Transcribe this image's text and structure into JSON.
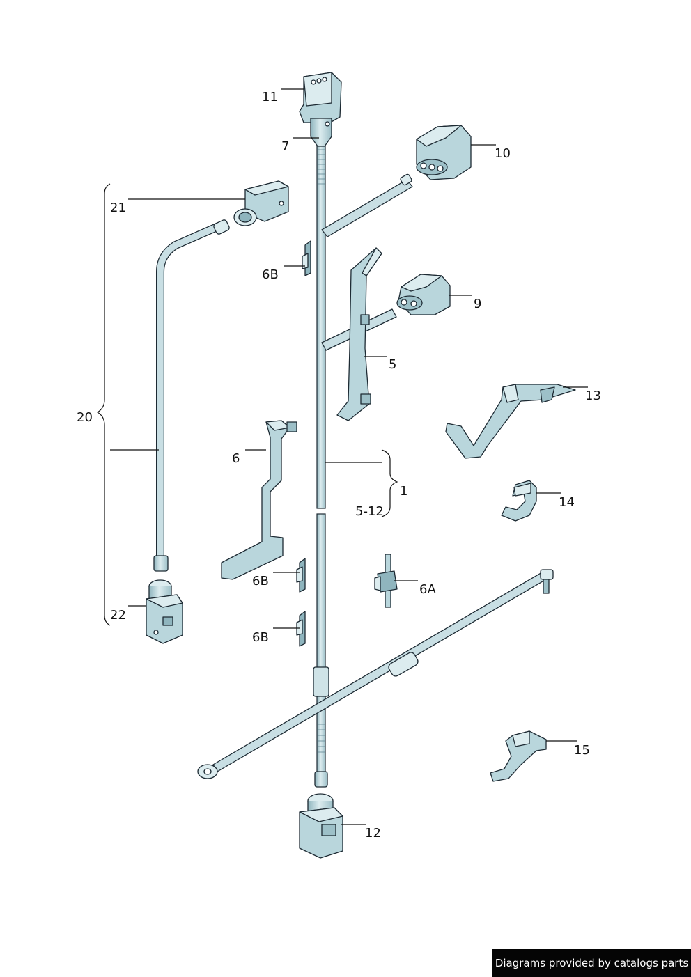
{
  "colors": {
    "part_fill": "#b9d6dc",
    "part_light": "#dcecef",
    "part_dark": "#7fa8b2",
    "outline": "#1d2a33",
    "credit_bg": "#050505"
  },
  "labels": {
    "l1": "1",
    "l5": "5",
    "l5_12": "5-12",
    "l6": "6",
    "l6a": "6A",
    "l6b_1": "6B",
    "l6b_2": "6B",
    "l6b_3": "6B",
    "l7": "7",
    "l9": "9",
    "l10": "10",
    "l11": "11",
    "l12": "12",
    "l13": "13",
    "l14": "14",
    "l15": "15",
    "l20": "20",
    "l21": "21",
    "l22": "22"
  },
  "credit": "Diagrams provided by catalogs parts"
}
